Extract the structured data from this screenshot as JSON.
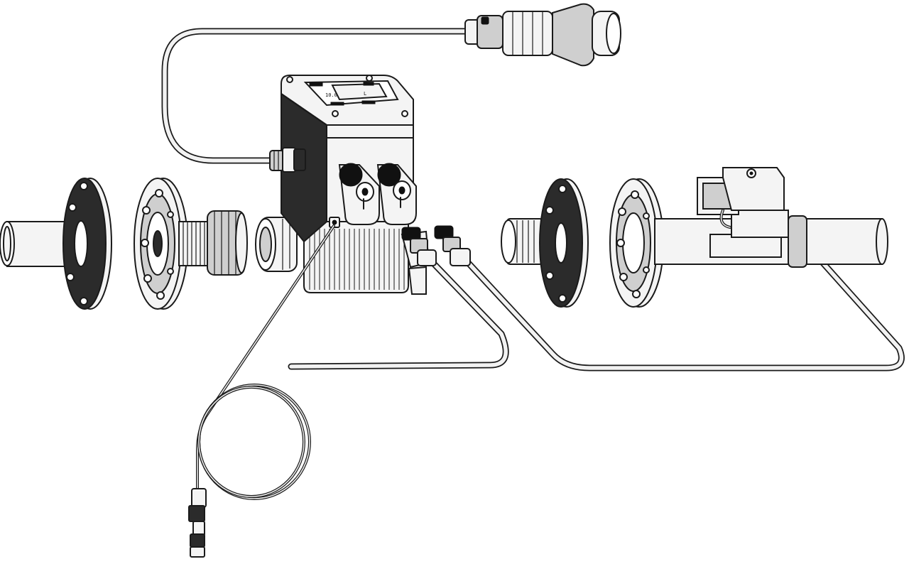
{
  "diagram": {
    "kind": "exploded-assembly-line-drawing",
    "palette": {
      "background": "#ffffff",
      "line": "#1a1a1a",
      "light_fill": "#f4f4f4",
      "mid_fill": "#cfcfcf",
      "dark_fill": "#2b2b2b"
    },
    "display": {
      "reading": "10.0",
      "unit": "L"
    },
    "icons": [
      "threaded-pipe-end-icon",
      "flange-icon",
      "bolt-ring-flange-icon",
      "threaded-union-nut-icon",
      "union-sleeve-icon",
      "transmitter-housing-icon",
      "lcd-display-icon",
      "cable-gland-icon",
      "circular-connector-plug-icon",
      "solenoid-valve-icon",
      "coiled-cable-icon",
      "sensor-probe-icon"
    ]
  }
}
